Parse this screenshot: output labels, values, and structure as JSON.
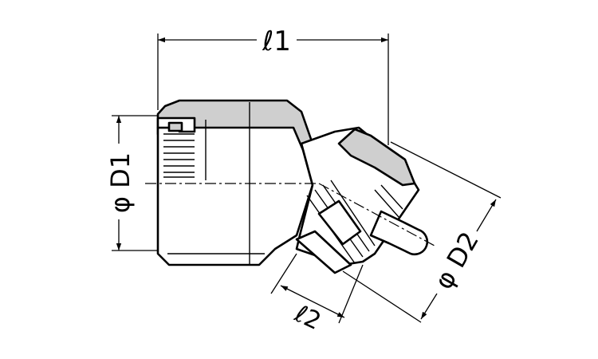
{
  "dimensions": {
    "l1": "ℓ1",
    "l2": "ℓ2",
    "d1": "φ D1",
    "d2": "φ D2"
  },
  "colors": {
    "line": "#000000",
    "body_fill": "#ffffff",
    "shade_fill": "#cfcfcf",
    "background": "#ffffff"
  }
}
